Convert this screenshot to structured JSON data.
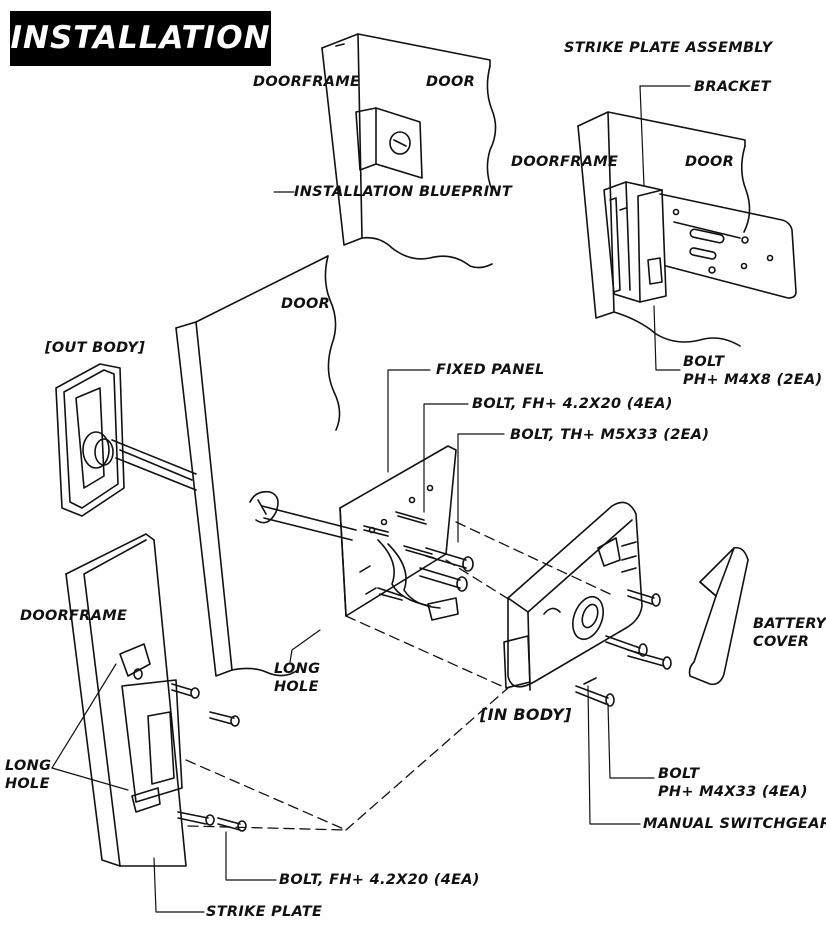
{
  "title": "INSTALLATION",
  "labels": {
    "doorframe_top": "DOORFRAME",
    "door_top": "DOOR",
    "installation_blueprint": "INSTALLATION BLUEPRINT",
    "strike_plate_assembly": "STRIKE PLATE ASSEMBLY",
    "bracket": "BRACKET",
    "doorframe_right": "DOORFRAME",
    "door_right": "DOOR",
    "door_main": "DOOR",
    "out_body": "[OUT BODY]",
    "fixed_panel": "FIXED PANEL",
    "bolt_fh_top": "BOLT, FH+ 4.2X20 (4EA)",
    "bolt_th": "BOLT, TH+ M5X33 (2EA)",
    "bolt_ph_m4x8_line1": "BOLT",
    "bolt_ph_m4x8_line2": "PH+ M4X8 (2EA)",
    "doorframe_left": "DOORFRAME",
    "battery_cover_line1": "BATTERY",
    "battery_cover_line2": "COVER",
    "long_hole_center_line1": "LONG",
    "long_hole_center_line2": "HOLE",
    "in_body": "[IN BODY]",
    "long_hole_left_line1": "LONG",
    "long_hole_left_line2": "HOLE",
    "bolt_ph_m4x33_line1": "BOLT",
    "bolt_ph_m4x33_line2": "PH+ M4X33 (4EA)",
    "manual_switchgear": "MANUAL SWITCHGEAR",
    "bolt_fh_bottom": "BOLT, FH+ 4.2X20 (4EA)",
    "strike_plate": "STRIKE PLATE"
  },
  "colors": {
    "ink": "#111111",
    "paper": "#ffffff",
    "title_bg": "#000000",
    "title_fg": "#ffffff"
  }
}
